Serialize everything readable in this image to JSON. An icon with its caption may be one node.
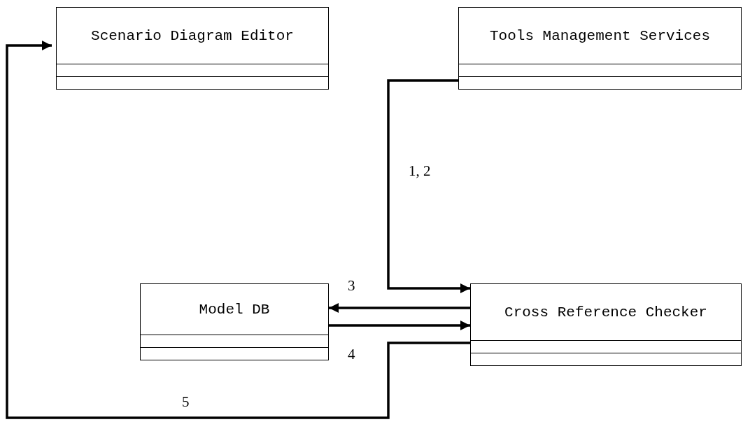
{
  "diagram": {
    "nodes": [
      {
        "text": [
          "Scenario Diagram Editor"
        ]
      },
      {
        "text": [
          "Tools Management Services"
        ]
      },
      {
        "text": [
          "Model DB"
        ]
      },
      {
        "text": [
          "Cross Reference Checker"
        ]
      }
    ],
    "edges": [
      {
        "from": 1,
        "to": 3,
        "arrow": "to",
        "label": "1, 2"
      },
      {
        "from": 3,
        "to": 2,
        "arrow": "to",
        "label": "3"
      },
      {
        "from": 2,
        "to": 3,
        "arrow": "to",
        "label": "4"
      },
      {
        "from": 3,
        "to": 0,
        "arrow": "to",
        "label": "5"
      }
    ]
  }
}
